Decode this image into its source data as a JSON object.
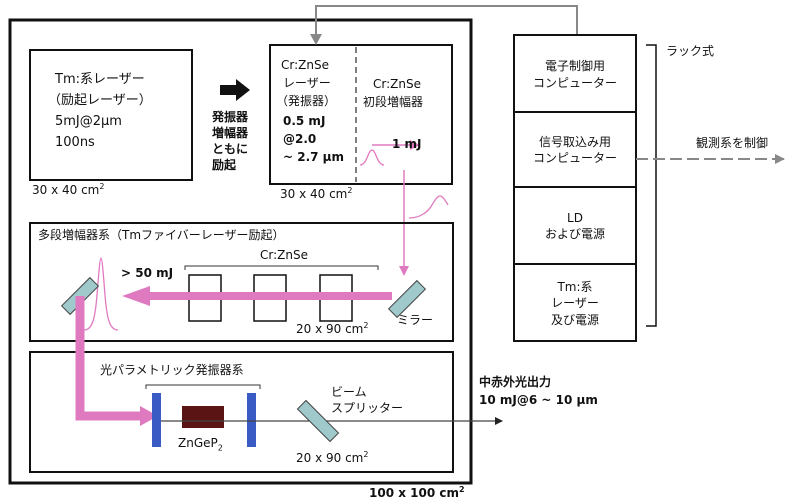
{
  "tm_laser": {
    "line1": "Tm:系レーザー",
    "line2": "（励起レーザー）",
    "line3": "5mJ@2μm",
    "line4": "100ns"
  },
  "box1_size": {
    "base": "30 x 40 cm",
    "exp": "2"
  },
  "pump_note": {
    "line1": "発振器",
    "line2": "増幅器",
    "line3": "ともに",
    "line4": "励起"
  },
  "osc": {
    "line1": "Cr:ZnSe",
    "line2": "レーザー",
    "line3": "（発振器）",
    "line4": "0.5 mJ",
    "line5": "@2.0",
    "line6": "~ 2.7 μm"
  },
  "first_amp": {
    "line1": "Cr:ZnSe",
    "line2": "初段増幅器",
    "energy": "1 mJ"
  },
  "box2_size": {
    "base": "30 x 40 cm",
    "exp": "2"
  },
  "multi_amp": {
    "title": "多段増幅器系（Tmファイバーレーザー励起）",
    "crystal": "Cr:ZnSe",
    "energy": "> 50 mJ",
    "mirror": "ミラー",
    "size_base": "20 x 90 cm",
    "size_exp": "2"
  },
  "opo": {
    "title": "光パラメトリック発振器系",
    "crystal_base": "ZnGeP",
    "crystal_sub": "2",
    "splitter_l1": "ビーム",
    "splitter_l2": "スプリッター",
    "size_base": "20 x 90 cm",
    "size_exp": "2"
  },
  "output": {
    "line1": "中赤外光出力",
    "line2": "10 mJ@6 ~ 10 μm"
  },
  "total_size": {
    "base": "100 x 100 cm",
    "exp": "2"
  },
  "rack": {
    "label": "ラック式",
    "cell1": {
      "line1": "電子制御用",
      "line2": "コンピューター"
    },
    "cell2": {
      "line1": "信号取込み用",
      "line2": "コンピューター"
    },
    "cell3": {
      "line1": "LD",
      "line2": "および電源"
    },
    "cell4": {
      "line1": "Tm:系",
      "line2": "レーザー",
      "line3": "及び電源"
    }
  },
  "control_note": "観測系を制御",
  "colors": {
    "pink": "#e07ac0",
    "mirror": "#9fc9cb",
    "lens": "#3b5bc4",
    "crystal": "#5a1414"
  }
}
